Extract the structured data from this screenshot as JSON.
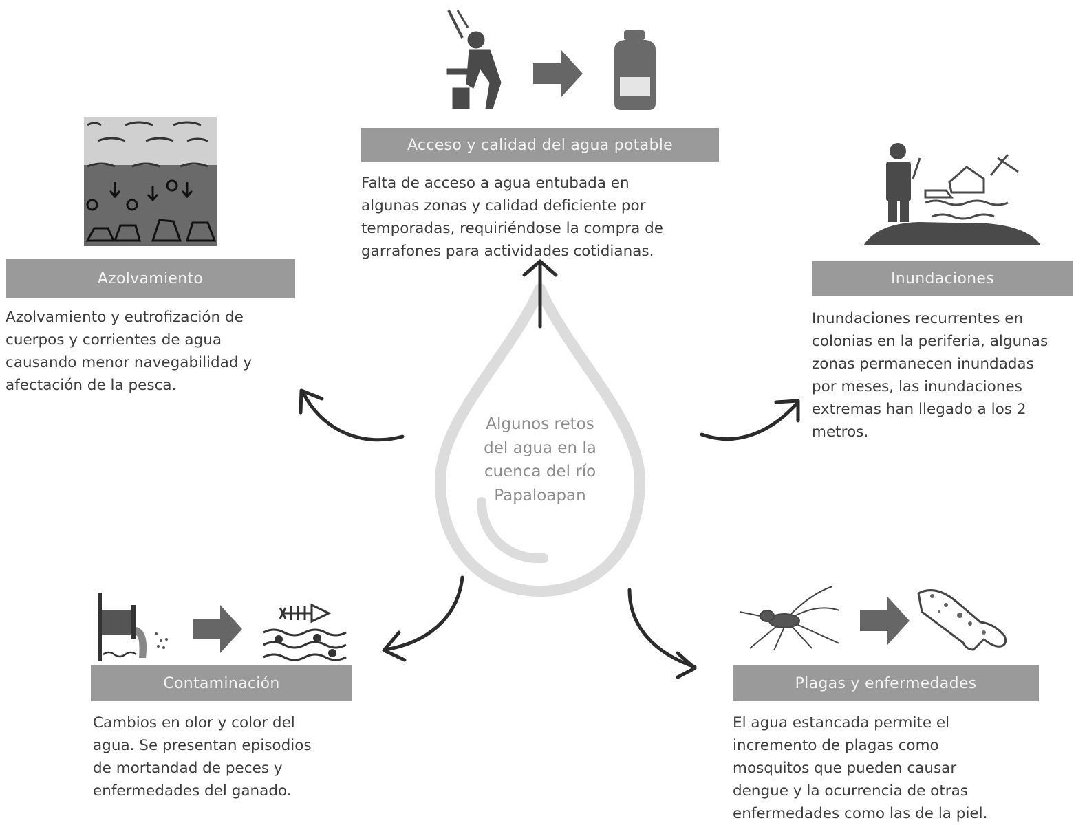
{
  "center": {
    "lines": [
      "Algunos retos",
      "del agua en  la",
      "cuenca del río",
      "Papaloapan"
    ]
  },
  "sections": {
    "acceso": {
      "title": "Acceso y calidad del agua potable",
      "lines": [
        "Falta de acceso a agua entubada en",
        "algunas zonas y calidad deficiente por",
        "temporadas, requiriéndose la compra de",
        "garrafones para actividades cotidianas."
      ]
    },
    "azolvamiento": {
      "title": "Azolvamiento",
      "lines": [
        "Azolvamiento y eutrofización de",
        "cuerpos y corrientes de agua",
        "causando menor navegabilidad y",
        "afectación de la pesca."
      ]
    },
    "inundaciones": {
      "title": "Inundaciones",
      "lines": [
        "Inundaciones recurrentes en",
        "colonias en la periferia, algunas",
        "zonas permanecen inundadas",
        "por meses, las inundaciones",
        "extremas han llegado a los 2",
        "metros."
      ]
    },
    "contaminacion": {
      "title": "Contaminación",
      "lines": [
        "Cambios en olor y color del",
        "agua. Se presentan episodios",
        "de mortandad de peces y",
        "enfermedades del ganado."
      ]
    },
    "plagas": {
      "title": "Plagas y enfermedades",
      "lines": [
        "El agua estancada permite el",
        "incremento de plagas como",
        "mosquitos que pueden causar",
        "dengue y la ocurrencia de otras",
        "enfermedades como las de la piel."
      ]
    }
  },
  "colors": {
    "banner": "#9a9a9a",
    "banner_text": "#f3f3f3",
    "drop": "#dcdcdc",
    "arrow": "#2b2b2b",
    "icon": "#555555"
  }
}
